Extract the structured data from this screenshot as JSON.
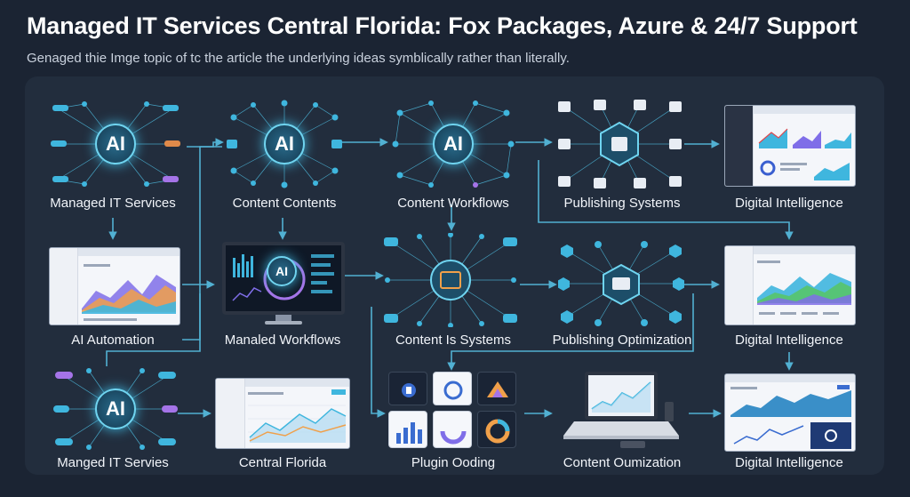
{
  "header": {
    "title": "Managed IT Services Central Florida: Fox Packages, Azure & 24/7 Support",
    "subtitle": "Genaged thie Imge topic of tc  the article the underlying ideas symblically rather than literally."
  },
  "colors": {
    "background": "#1b2433",
    "panel": "#222d3d",
    "accent": "#3fb6de",
    "glow": "#6fd4f0"
  },
  "rows": [
    {
      "nodes": [
        {
          "label": "Managed IT Services",
          "core": "AI",
          "icon": "ai-network-icon"
        },
        {
          "label": "Content Contents",
          "core": "AI",
          "icon": "ai-network-icon"
        },
        {
          "label": "Content Workflows",
          "core": "AI",
          "icon": "ai-network-icon"
        },
        {
          "label": "Publishing Systems",
          "core": "",
          "icon": "publishing-hub-icon"
        },
        {
          "label": "Digital Intelligence",
          "core": "",
          "icon": "dashboard-icon"
        }
      ]
    },
    {
      "nodes": [
        {
          "label": "AI Automation",
          "core": "",
          "icon": "dashboard-icon"
        },
        {
          "label": "Manaled Workflows",
          "core": "AI",
          "icon": "monitor-icon"
        },
        {
          "label": "Content Is Systems",
          "core": "",
          "icon": "hub-network-icon"
        },
        {
          "label": "Publishing Optimization",
          "core": "",
          "icon": "publishing-hub-icon"
        },
        {
          "label": "Digital Intelligence",
          "core": "",
          "icon": "dashboard-icon"
        }
      ]
    },
    {
      "nodes": [
        {
          "label": "Manged IT Servies",
          "core": "AI",
          "icon": "ai-network-icon"
        },
        {
          "label": "Central Florida",
          "core": "",
          "icon": "dashboard-icon"
        },
        {
          "label": "Plugin Ooding",
          "core": "",
          "icon": "plugin-tiles-icon"
        },
        {
          "label": "Content Oumization",
          "core": "",
          "icon": "laptop-icon"
        },
        {
          "label": "Digital Intelligence",
          "core": "",
          "icon": "dashboard-icon"
        }
      ]
    }
  ]
}
